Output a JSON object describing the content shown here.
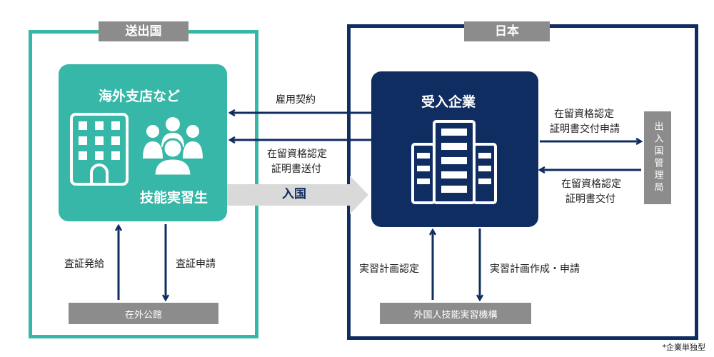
{
  "left_frame": {
    "label": "送出国"
  },
  "right_frame": {
    "label": "日本"
  },
  "overseas": {
    "title": "海外支店など",
    "trainees_label": "技能実習生"
  },
  "company": {
    "title": "受入企業"
  },
  "edges": {
    "employment_contract": "雇用契約",
    "coe_sent_line1": "在留資格認定",
    "coe_sent_line2": "証明書送付",
    "entry": "入国",
    "coe_apply_line1": "在留資格認定",
    "coe_apply_line2": "証明書交付申請",
    "coe_issue_line1": "在留資格認定",
    "coe_issue_line2": "証明書交付",
    "visa_issue": "査証発給",
    "visa_apply": "査証申請",
    "plan_approval": "実習計画認定",
    "plan_create": "実習計画作成・申請"
  },
  "nodes": {
    "embassy": "在外公館",
    "immigration": "出入国管理局",
    "otit": "外国人技能実習機構"
  },
  "footnote": "*企業単独型",
  "colors": {
    "teal": "#37b7a7",
    "navy": "#0f2d60",
    "gray": "#8c8c8c",
    "arrow_light": "#d9d9d9"
  }
}
